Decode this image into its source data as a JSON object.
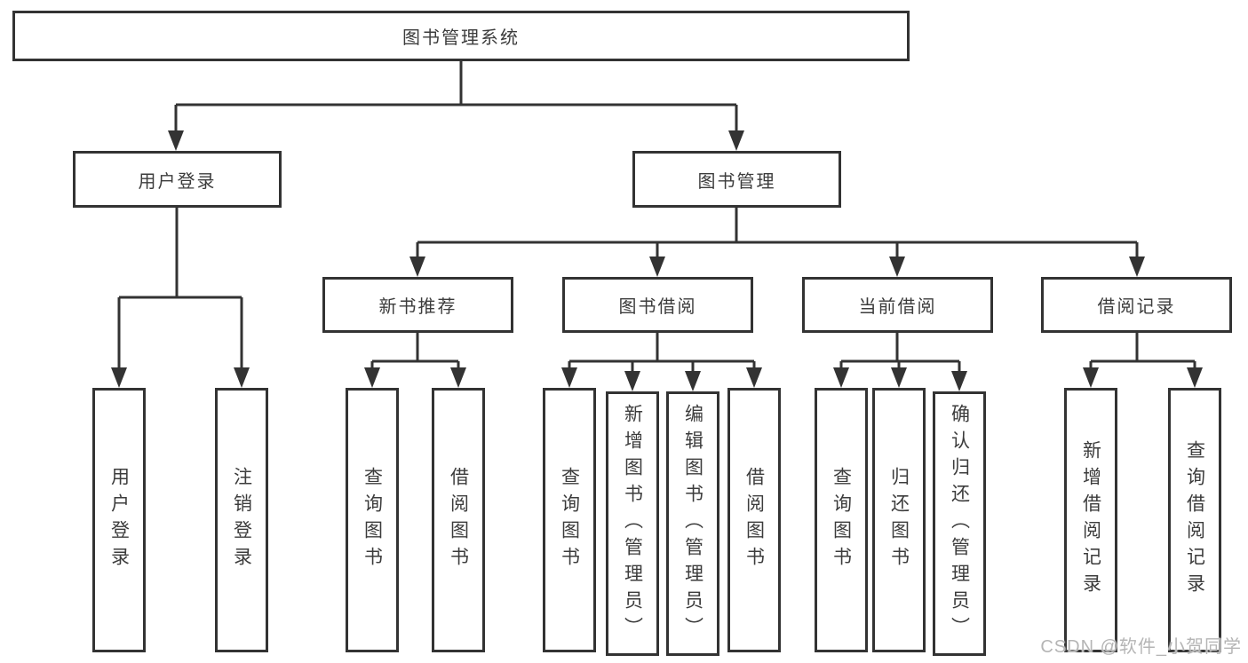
{
  "tree": {
    "root": {
      "label": "图书管理系统"
    },
    "branches": [
      {
        "label": "用户登录",
        "children": [
          {
            "label": "用户登录"
          },
          {
            "label": "注销登录"
          }
        ]
      },
      {
        "label": "图书管理",
        "children": [
          {
            "label": "新书推荐",
            "children": [
              {
                "label": "查询图书"
              },
              {
                "label": "借阅图书"
              }
            ]
          },
          {
            "label": "图书借阅",
            "children": [
              {
                "label": "查询图书"
              },
              {
                "label": "新增图书（管理员）"
              },
              {
                "label": "编辑图书（管理员）"
              },
              {
                "label": "借阅图书"
              }
            ]
          },
          {
            "label": "当前借阅",
            "children": [
              {
                "label": "查询图书"
              },
              {
                "label": "归还图书"
              },
              {
                "label": "确认归还（管理员）"
              }
            ]
          },
          {
            "label": "借阅记录",
            "children": [
              {
                "label": "新增借阅记录"
              },
              {
                "label": "查询借阅记录"
              }
            ]
          }
        ]
      }
    ]
  },
  "watermark": {
    "text": "CSDN @软件_小贺同学"
  },
  "colors": {
    "line": "#333333",
    "text": "#3c3c3c",
    "background": "#ffffff",
    "watermark": "#b5b5b5"
  }
}
